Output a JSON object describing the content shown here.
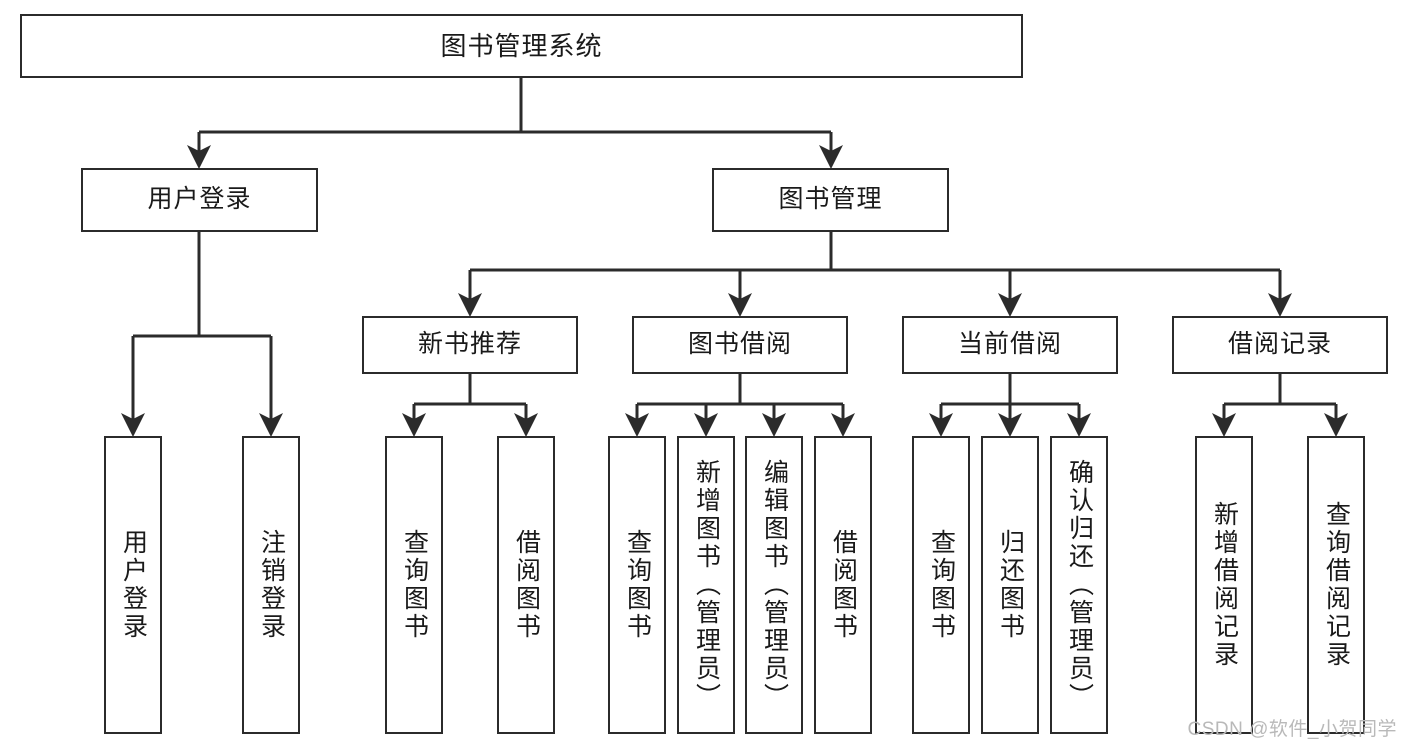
{
  "diagram": {
    "type": "tree-hierarchy",
    "title": "图书管理系统",
    "orientation": "top-down",
    "colors": {
      "node_border": "#2b2b2b",
      "node_fill": "#ffffff",
      "edge": "#2b2b2b",
      "text": "#1a1a1a",
      "watermark": "#b9b9b9",
      "background": "#ffffff"
    }
  },
  "nodes": {
    "root": {
      "label": "图书管理系统"
    },
    "level1": [
      {
        "label": "用户登录"
      },
      {
        "label": "图书管理"
      }
    ],
    "level2": [
      {
        "label": "新书推荐"
      },
      {
        "label": "图书借阅"
      },
      {
        "label": "当前借阅"
      },
      {
        "label": "借阅记录"
      }
    ],
    "leaves": {
      "user_login": [
        {
          "label": "用户登录"
        },
        {
          "label": "注销登录"
        }
      ],
      "new_book_recommend": [
        {
          "label": "查询图书"
        },
        {
          "label": "借阅图书"
        }
      ],
      "book_borrow": [
        {
          "label": "查询图书"
        },
        {
          "label": "新增图书（管理员）"
        },
        {
          "label": "编辑图书（管理员）"
        },
        {
          "label": "借阅图书"
        }
      ],
      "current_borrow": [
        {
          "label": "查询图书"
        },
        {
          "label": "归还图书"
        },
        {
          "label": "确认归还（管理员）"
        }
      ],
      "borrow_record": [
        {
          "label": "新增借阅记录"
        },
        {
          "label": "查询借阅记录"
        }
      ]
    }
  },
  "watermark": {
    "text": "CSDN @软件_小贺同学"
  }
}
